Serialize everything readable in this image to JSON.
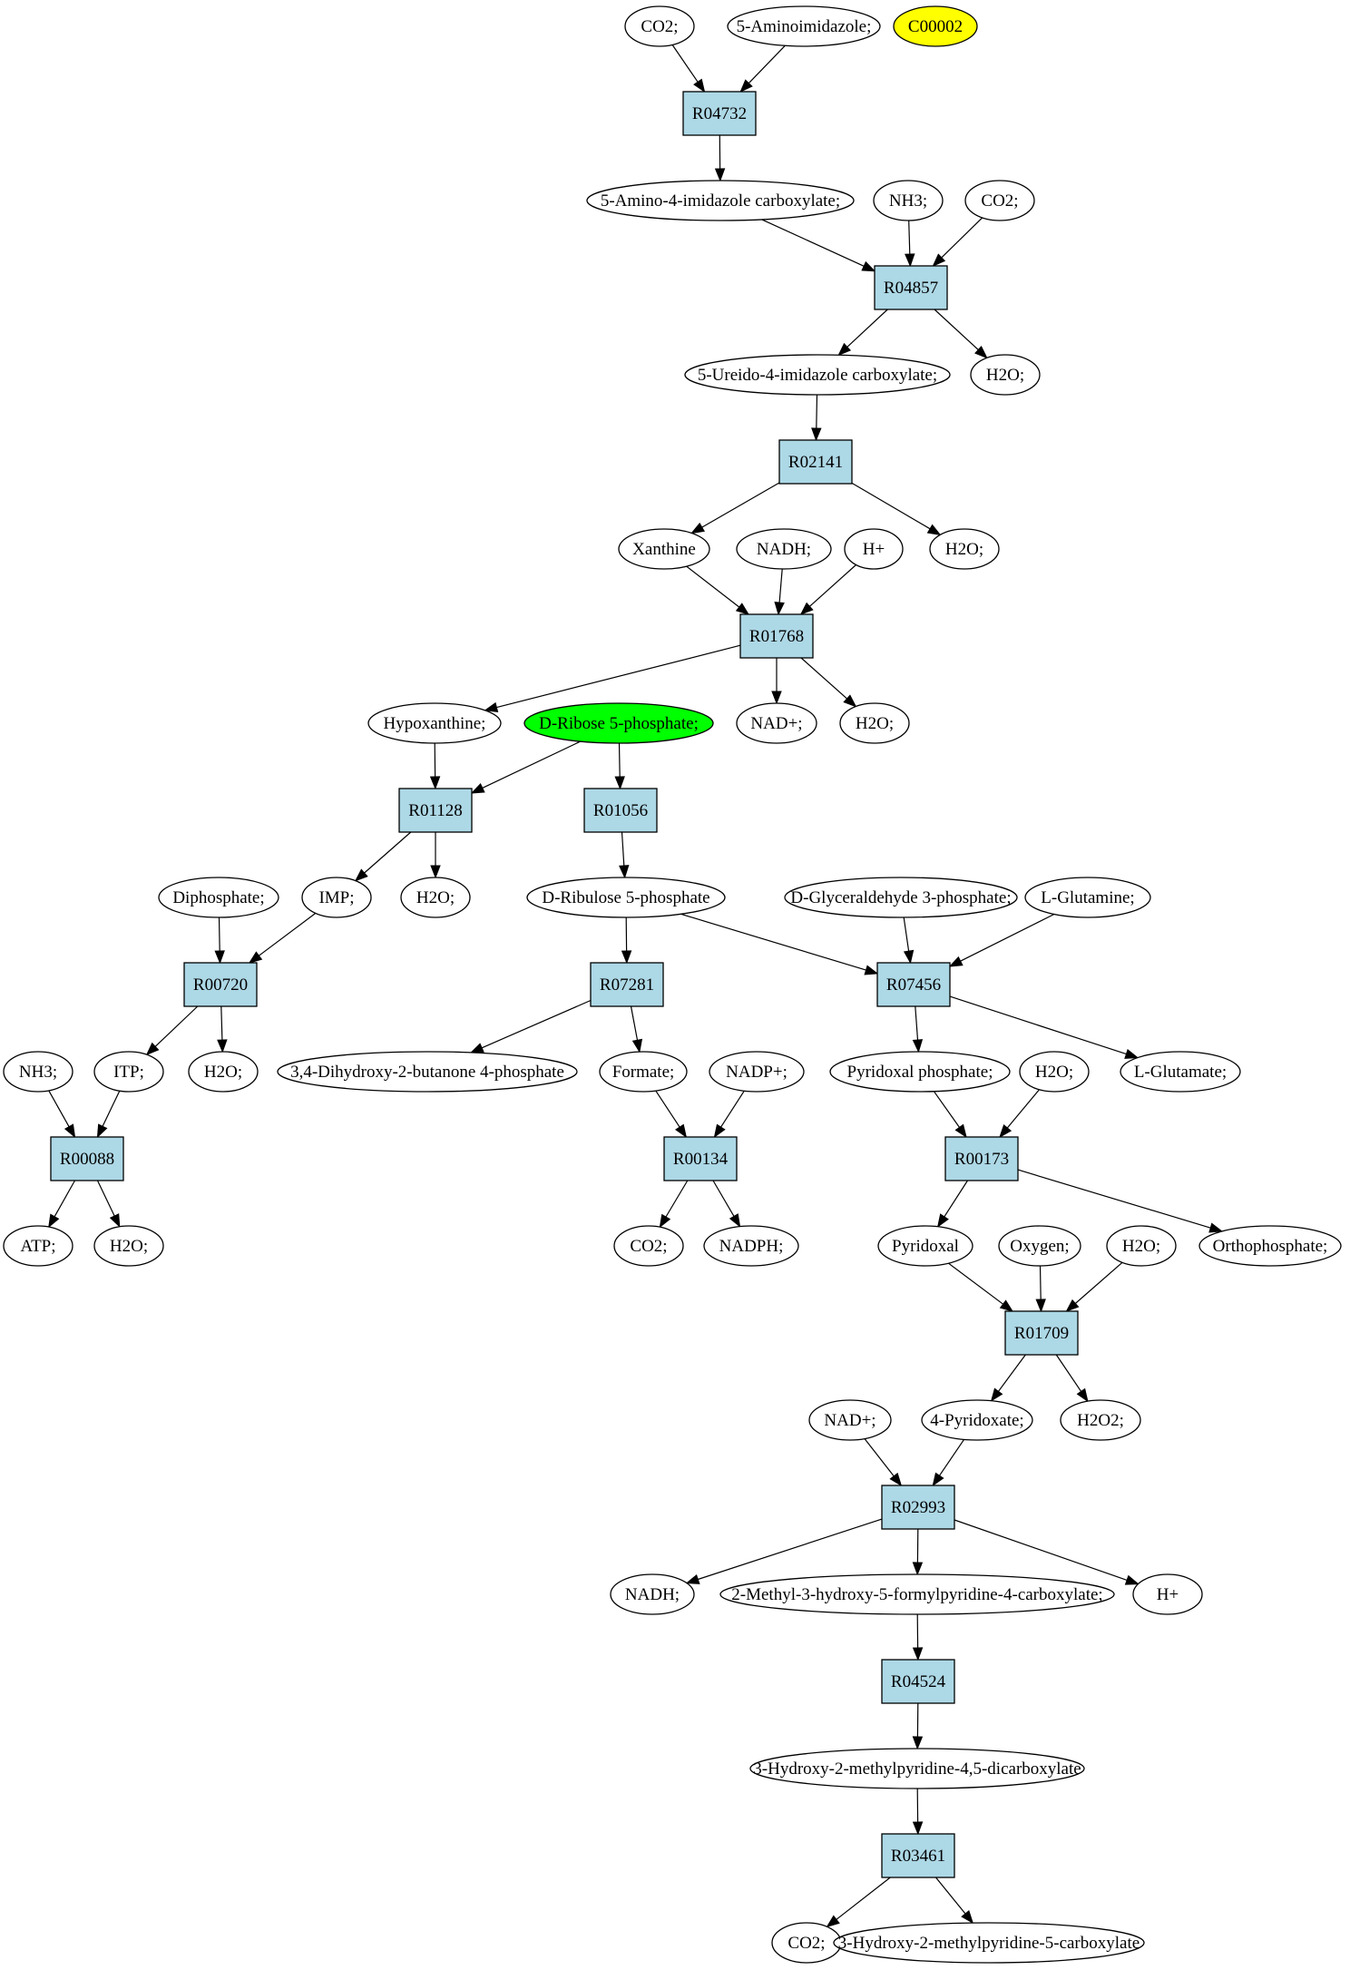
{
  "colors": {
    "reaction_fill": "#add8e6",
    "compound_fill": "#ffffff",
    "highlight_yellow": "#ffff00",
    "highlight_green": "#00ff00",
    "stroke": "#000000"
  },
  "compounds": [
    {
      "id": "c1",
      "label": "CO2;"
    },
    {
      "id": "c2",
      "label": "5-Aminoimidazole;"
    },
    {
      "id": "c3",
      "label": "C00002",
      "fill": "#ffff00"
    },
    {
      "id": "c4",
      "label": "5-Amino-4-imidazole carboxylate;"
    },
    {
      "id": "c5",
      "label": "NH3;"
    },
    {
      "id": "c6",
      "label": "CO2;"
    },
    {
      "id": "c7",
      "label": "5-Ureido-4-imidazole carboxylate;"
    },
    {
      "id": "c8",
      "label": "H2O;"
    },
    {
      "id": "c9",
      "label": "Xanthine"
    },
    {
      "id": "c10",
      "label": "NADH;"
    },
    {
      "id": "c11",
      "label": "H+"
    },
    {
      "id": "c12",
      "label": "H2O;"
    },
    {
      "id": "c13",
      "label": "Hypoxanthine;"
    },
    {
      "id": "c14",
      "label": "D-Ribose 5-phosphate;",
      "fill": "#00ff00"
    },
    {
      "id": "c15",
      "label": "NAD+;"
    },
    {
      "id": "c16",
      "label": "H2O;"
    },
    {
      "id": "c17",
      "label": "Diphosphate;"
    },
    {
      "id": "c18",
      "label": "IMP;"
    },
    {
      "id": "c19",
      "label": "H2O;"
    },
    {
      "id": "c20",
      "label": "D-Ribulose 5-phosphate"
    },
    {
      "id": "c21",
      "label": "D-Glyceraldehyde 3-phosphate;"
    },
    {
      "id": "c22",
      "label": "L-Glutamine;"
    },
    {
      "id": "c23",
      "label": "NH3;"
    },
    {
      "id": "c24",
      "label": "ITP;"
    },
    {
      "id": "c25",
      "label": "H2O;"
    },
    {
      "id": "c26",
      "label": "3,4-Dihydroxy-2-butanone 4-phosphate"
    },
    {
      "id": "c27",
      "label": "Formate;"
    },
    {
      "id": "c28",
      "label": "NADP+;"
    },
    {
      "id": "c29",
      "label": "Pyridoxal phosphate;"
    },
    {
      "id": "c30",
      "label": "H2O;"
    },
    {
      "id": "c31",
      "label": "L-Glutamate;"
    },
    {
      "id": "c32",
      "label": "ATP;"
    },
    {
      "id": "c33",
      "label": "H2O;"
    },
    {
      "id": "c34",
      "label": "CO2;"
    },
    {
      "id": "c35",
      "label": "NADPH;"
    },
    {
      "id": "c36",
      "label": "Pyridoxal"
    },
    {
      "id": "c37",
      "label": "Oxygen;"
    },
    {
      "id": "c38",
      "label": "H2O;"
    },
    {
      "id": "c39",
      "label": "Orthophosphate;"
    },
    {
      "id": "c40",
      "label": "NAD+;"
    },
    {
      "id": "c41",
      "label": "4-Pyridoxate;"
    },
    {
      "id": "c42",
      "label": "H2O2;"
    },
    {
      "id": "c43",
      "label": "NADH;"
    },
    {
      "id": "c44",
      "label": "2-Methyl-3-hydroxy-5-formylpyridine-4-carboxylate;"
    },
    {
      "id": "c45",
      "label": "H+"
    },
    {
      "id": "c46",
      "label": "3-Hydroxy-2-methylpyridine-4,5-dicarboxylate"
    },
    {
      "id": "c47",
      "label": "CO2;"
    },
    {
      "id": "c48",
      "label": "3-Hydroxy-2-methylpyridine-5-carboxylate"
    }
  ],
  "reactions": [
    {
      "id": "r1",
      "label": "R04732"
    },
    {
      "id": "r2",
      "label": "R04857"
    },
    {
      "id": "r3",
      "label": "R02141"
    },
    {
      "id": "r4",
      "label": "R01768"
    },
    {
      "id": "r5",
      "label": "R01128"
    },
    {
      "id": "r6",
      "label": "R01056"
    },
    {
      "id": "r7",
      "label": "R00720"
    },
    {
      "id": "r8",
      "label": "R07281"
    },
    {
      "id": "r9",
      "label": "R07456"
    },
    {
      "id": "r10",
      "label": "R00088"
    },
    {
      "id": "r11",
      "label": "R00134"
    },
    {
      "id": "r12",
      "label": "R00173"
    },
    {
      "id": "r13",
      "label": "R01709"
    },
    {
      "id": "r14",
      "label": "R02993"
    },
    {
      "id": "r15",
      "label": "R04524"
    },
    {
      "id": "r16",
      "label": "R03461"
    }
  ],
  "edges": [
    [
      "c1",
      "r1"
    ],
    [
      "c2",
      "r1"
    ],
    [
      "r1",
      "c4"
    ],
    [
      "c4",
      "r2"
    ],
    [
      "c5",
      "r2"
    ],
    [
      "c6",
      "r2"
    ],
    [
      "r2",
      "c7"
    ],
    [
      "r2",
      "c8"
    ],
    [
      "c7",
      "r3"
    ],
    [
      "r3",
      "c9"
    ],
    [
      "r3",
      "c12"
    ],
    [
      "c9",
      "r4"
    ],
    [
      "c10",
      "r4"
    ],
    [
      "c11",
      "r4"
    ],
    [
      "r4",
      "c13"
    ],
    [
      "r4",
      "c15"
    ],
    [
      "r4",
      "c16"
    ],
    [
      "c13",
      "r5"
    ],
    [
      "c14",
      "r5"
    ],
    [
      "c14",
      "r6"
    ],
    [
      "r5",
      "c18"
    ],
    [
      "r5",
      "c19"
    ],
    [
      "r6",
      "c20"
    ],
    [
      "c17",
      "r7"
    ],
    [
      "c18",
      "r7"
    ],
    [
      "r7",
      "c24"
    ],
    [
      "r7",
      "c25"
    ],
    [
      "c20",
      "r8"
    ],
    [
      "c20",
      "r9"
    ],
    [
      "c21",
      "r9"
    ],
    [
      "c22",
      "r9"
    ],
    [
      "r8",
      "c26"
    ],
    [
      "r8",
      "c27"
    ],
    [
      "r9",
      "c29"
    ],
    [
      "r9",
      "c31"
    ],
    [
      "c23",
      "r10"
    ],
    [
      "c24",
      "r10"
    ],
    [
      "r10",
      "c32"
    ],
    [
      "r10",
      "c33"
    ],
    [
      "c27",
      "r11"
    ],
    [
      "c28",
      "r11"
    ],
    [
      "r11",
      "c34"
    ],
    [
      "r11",
      "c35"
    ],
    [
      "c29",
      "r12"
    ],
    [
      "c30",
      "r12"
    ],
    [
      "r12",
      "c36"
    ],
    [
      "r12",
      "c39"
    ],
    [
      "c36",
      "r13"
    ],
    [
      "c37",
      "r13"
    ],
    [
      "c38",
      "r13"
    ],
    [
      "r13",
      "c41"
    ],
    [
      "r13",
      "c42"
    ],
    [
      "c40",
      "r14"
    ],
    [
      "c41",
      "r14"
    ],
    [
      "r14",
      "c43"
    ],
    [
      "r14",
      "c44"
    ],
    [
      "r14",
      "c45"
    ],
    [
      "c44",
      "r15"
    ],
    [
      "r15",
      "c46"
    ],
    [
      "c46",
      "r16"
    ],
    [
      "r16",
      "c47"
    ],
    [
      "r16",
      "c48"
    ]
  ]
}
